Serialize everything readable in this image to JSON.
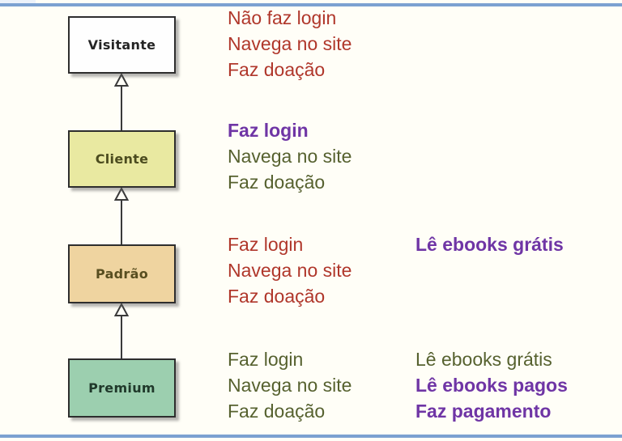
{
  "slide": {
    "background": "#FFFEF7",
    "divider_color": "#7CA1D1"
  },
  "diagram": {
    "type": "uml-class-inheritance",
    "classes": [
      {
        "name": "Visitante",
        "fill": "#FEFEFE",
        "text_color": "#252525"
      },
      {
        "name": "Cliente",
        "fill": "#E9E9A1",
        "text_color": "#4C4C1F"
      },
      {
        "name": "Padrão",
        "fill": "#EFD4A0",
        "text_color": "#584E20"
      },
      {
        "name": "Premium",
        "fill": "#9CCFAF",
        "text_color": "#20392B"
      }
    ],
    "relations": [
      {
        "from": "Cliente",
        "to": "Visitante",
        "type": "generalization"
      },
      {
        "from": "Padrão",
        "to": "Cliente",
        "type": "generalization"
      },
      {
        "from": "Premium",
        "to": "Padrão",
        "type": "generalization"
      }
    ]
  },
  "colors": {
    "red": "#B0372B",
    "purple": "#6F35A5",
    "olive": "#56612F"
  },
  "notes": {
    "visitante": [
      "Não faz login",
      "Navega no site",
      "Faz doação"
    ],
    "cliente": [
      "Faz login",
      "Navega no site",
      "Faz doação"
    ],
    "padrao": [
      "Faz login",
      "Navega no site",
      "Faz doação"
    ],
    "padrao_right": [
      "Lê ebooks grátis"
    ],
    "premium": [
      "Faz login",
      "Navega no site",
      "Faz doação"
    ],
    "premium_right": [
      "Lê ebooks grátis",
      "Lê ebooks pagos",
      "Faz pagamento"
    ]
  }
}
